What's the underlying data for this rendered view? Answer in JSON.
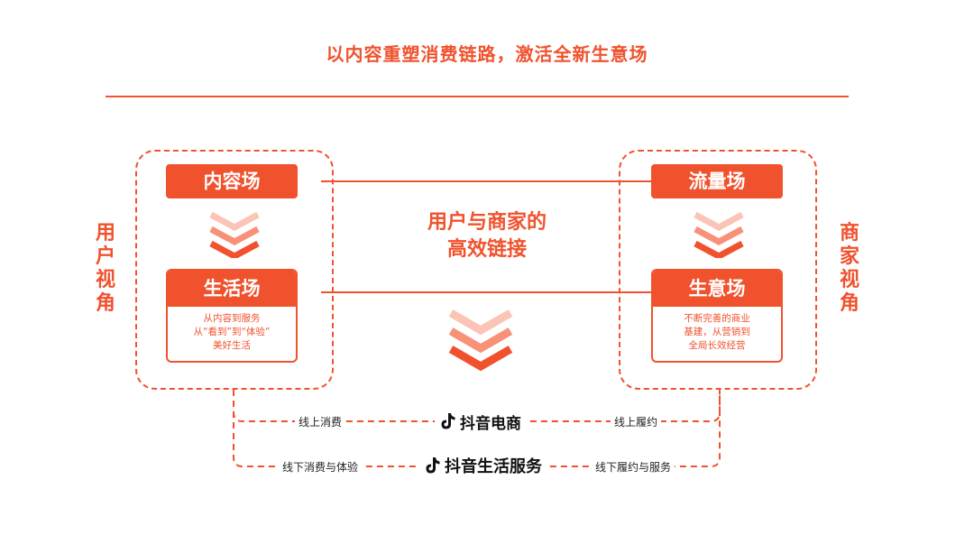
{
  "title": "以内容重塑消费链路，激活全新生意场",
  "left": {
    "side_label": "用户视角",
    "top_box": "内容场",
    "card": {
      "title": "生活场",
      "lines": [
        "从内容到服务",
        "从“看到”到“体验”",
        "美好生活"
      ]
    }
  },
  "right": {
    "side_label": "商家视角",
    "top_box": "流量场",
    "card": {
      "title": "生意场",
      "lines": [
        "不断完善的商业",
        "基建，从营销到",
        "全局长效经营"
      ]
    }
  },
  "center": {
    "lines": [
      "用户与商家的",
      "高效链接"
    ]
  },
  "flows": {
    "online": {
      "left_label": "线上消费",
      "brand": "抖音电商",
      "right_label": "线上履约"
    },
    "offline": {
      "left_label": "线下消费与体验",
      "brand": "抖音生活服务",
      "right_label": "线下履约与服务"
    }
  },
  "colors": {
    "accent": "#f0522e",
    "arrow_light": "#fbc4b6"
  },
  "icons": {
    "brand_logo": "douyin-logo-icon",
    "arrow": "chevron-down-arrow-icon"
  }
}
